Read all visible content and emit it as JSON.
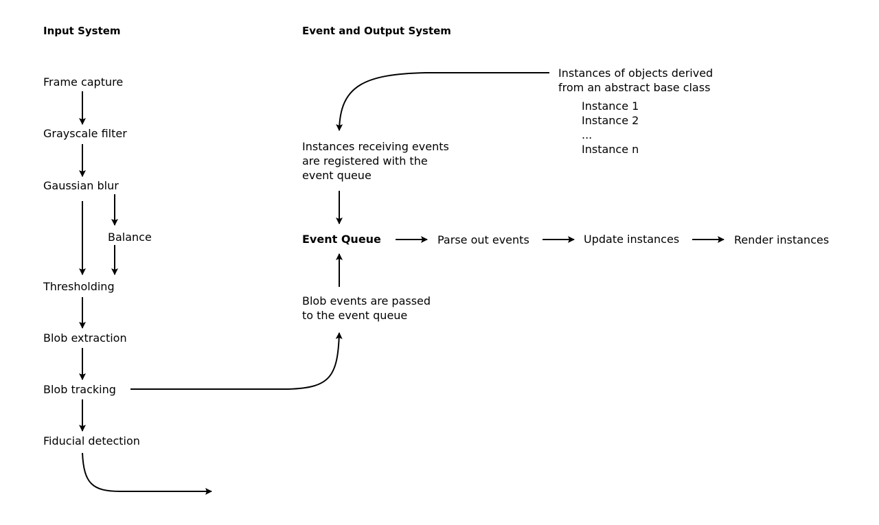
{
  "headers": {
    "input": "Input System",
    "output": "Event and Output System"
  },
  "input_system": {
    "steps": [
      "Frame capture",
      "Grayscale filter",
      "Gaussian blur",
      "Balance",
      "Thresholding",
      "Blob extraction",
      "Blob tracking",
      "Fiducial detection"
    ]
  },
  "event_system": {
    "instances_source": {
      "line1": "Instances of objects derived",
      "line2": "from an abstract base class",
      "items": [
        "Instance 1",
        "Instance 2",
        "...",
        "Instance n"
      ]
    },
    "registration": {
      "line1": "Instances receiving events",
      "line2": "are registered with the",
      "line3": "event queue"
    },
    "pipeline": [
      "Event Queue",
      "Parse out events",
      "Update instances",
      "Render instances"
    ],
    "blob_events": {
      "line1": "Blob events are passed",
      "line2": "to the event queue"
    }
  }
}
